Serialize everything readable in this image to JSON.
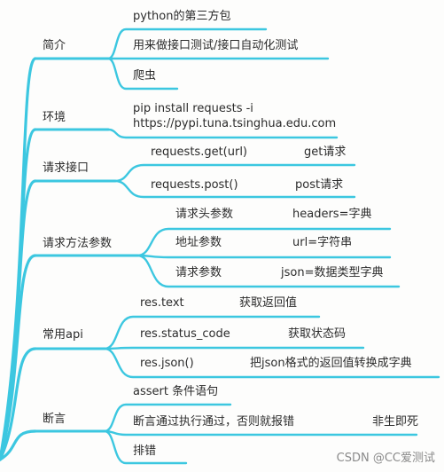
{
  "mindmap": {
    "color": "#3cc7e0",
    "branches": [
      {
        "name": "简介",
        "children": [
          {
            "text": "python的第三方包"
          },
          {
            "text": "用来做接口测试/接口自动化测试"
          },
          {
            "text": "爬虫"
          }
        ]
      },
      {
        "name": "环境",
        "children": [
          {
            "text": "pip install requests -i https://pypi.tuna.tsinghua.edu.com"
          }
        ]
      },
      {
        "name": "请求接口",
        "children": [
          {
            "text": "requests.get(url)",
            "note": "get请求"
          },
          {
            "text": "requests.post()",
            "note": "post请求"
          }
        ]
      },
      {
        "name": "请求方法参数",
        "children": [
          {
            "text": "请求头参数",
            "note": "headers=字典"
          },
          {
            "text": "地址参数",
            "note": "url=字符串"
          },
          {
            "text": "请求参数",
            "note": "json=数据类型字典"
          }
        ]
      },
      {
        "name": "常用api",
        "children": [
          {
            "text": "res.text",
            "note": "获取返回值"
          },
          {
            "text": "res.status_code",
            "note": "获取状态码"
          },
          {
            "text": "res.json()",
            "note": "把json格式的返回值转换成字典"
          }
        ]
      },
      {
        "name": "断言",
        "children": [
          {
            "text": "assert 条件语句"
          },
          {
            "text": "断言通过执行通过，否则就报错",
            "note": "非生即死"
          },
          {
            "text": "排错"
          }
        ]
      }
    ]
  },
  "watermark": "CSDN @CC爱测试"
}
